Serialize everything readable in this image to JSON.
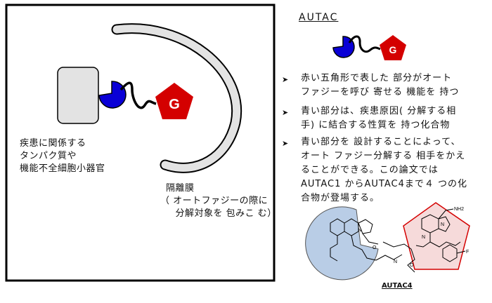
{
  "left_panel": {
    "protein_label_lines": [
      "疾患に関係する",
      "タンパク質や",
      "機能不全細胞小器官"
    ],
    "membrane_label_lines": [
      "隔離膜",
      "（ オートファジーの際に",
      "　分解対象を 包みこ む）"
    ],
    "g_label": "G"
  },
  "right_panel": {
    "title": "AUTAC",
    "g_label": "G",
    "bullets": [
      {
        "lines": [
          "赤い五角形で表した 部分がオート",
          "ファジーを呼び 寄せる 機能を 持つ"
        ]
      },
      {
        "lines": [
          "青い部分は、疾患原因( 分解する相",
          "手) に結合する性質を 持つ化合物"
        ]
      },
      {
        "lines": [
          "青い部分を 設計することによって、",
          "オート ファジー分解する 相手をかえ",
          "ることができる。この論文では",
          "AUTAC1 からAUTAC4まで４ つの化",
          "合物が登場する。"
        ]
      }
    ],
    "structure_caption": "AUTAC4"
  },
  "colors": {
    "blue": "#0a00d6",
    "red": "#d40000",
    "grey_box": "#e3e3e3",
    "light_blue_region": "#b9cde6",
    "light_red_region": "#f6dada"
  }
}
